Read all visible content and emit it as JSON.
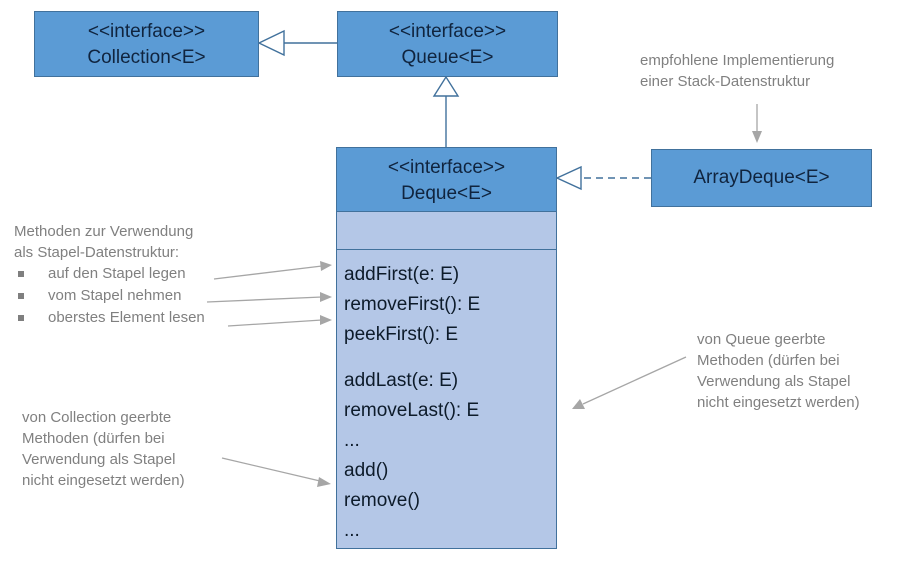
{
  "diagram": {
    "title": "Deque<E> UML Klassendiagramm",
    "colors": {
      "header_fill": "#5b9bd5",
      "compartment_fill": "#b4c7e7",
      "box_border": "#41719c",
      "note_text": "#808080",
      "connector": "#808080",
      "uml_connector": "#41719c"
    }
  },
  "classes": {
    "collection": {
      "stereotype": "<<interface>>",
      "name": "Collection<E>"
    },
    "queue": {
      "stereotype": "<<interface>>",
      "name": "Queue<E>"
    },
    "deque": {
      "stereotype": "<<interface>>",
      "name": "Deque<E>",
      "attributes": [],
      "methods": [
        "addFirst(e: E)",
        "removeFirst(): E",
        "peekFirst(): E",
        "",
        "addLast(e: E)",
        "removeLast(): E",
        "...",
        "add()",
        "remove()",
        "..."
      ]
    },
    "arraydeque": {
      "name": "ArrayDeque<E>"
    }
  },
  "notes": {
    "recommended_impl": {
      "lines": [
        "empfohlene Implementierung",
        "einer Stack-Datenstruktur"
      ]
    },
    "stack_methods": {
      "lines": [
        "Methoden zur Verwendung",
        "als Stapel-Datenstruktur:"
      ],
      "bullets": [
        "auf den Stapel legen",
        "vom Stapel nehmen",
        "oberstes Element lesen"
      ]
    },
    "from_collection": {
      "lines": [
        "von Collection geerbte",
        "Methoden (dürfen bei",
        "Verwendung als Stapel",
        "nicht eingesetzt werden)"
      ]
    },
    "from_queue": {
      "lines": [
        "von Queue geerbte",
        "Methoden (dürfen bei",
        "Verwendung als Stapel",
        "nicht eingesetzt werden)"
      ]
    }
  },
  "relationships": [
    {
      "kind": "generalization",
      "from": "Queue<E>",
      "to": "Collection<E>",
      "style": "solid-hollow-triangle"
    },
    {
      "kind": "generalization",
      "from": "Deque<E>",
      "to": "Queue<E>",
      "style": "solid-hollow-triangle"
    },
    {
      "kind": "realization",
      "from": "ArrayDeque<E>",
      "to": "Deque<E>",
      "style": "dashed-hollow-triangle"
    }
  ]
}
